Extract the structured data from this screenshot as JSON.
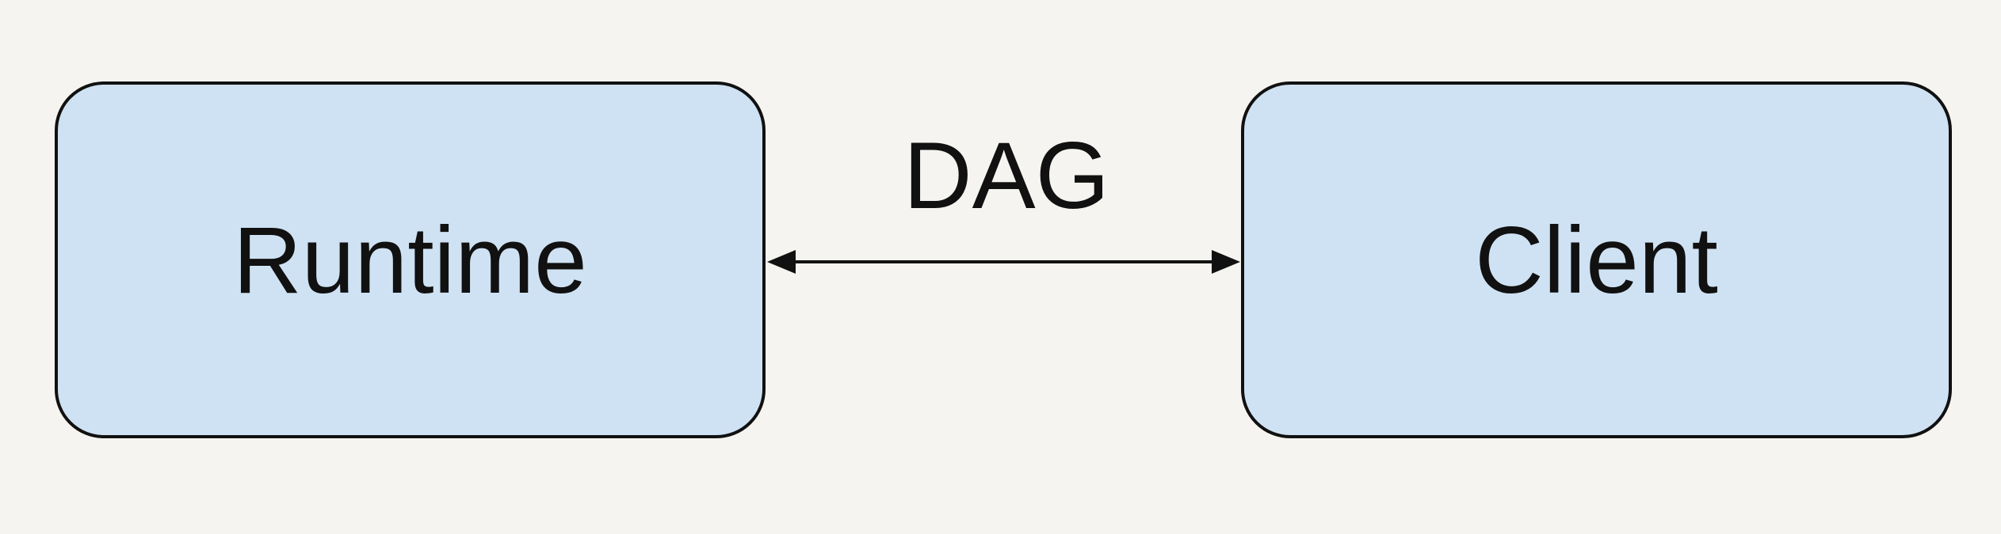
{
  "diagram": {
    "nodes": [
      {
        "id": "runtime",
        "label": "Runtime"
      },
      {
        "id": "client",
        "label": "Client"
      }
    ],
    "edges": [
      {
        "from": "runtime",
        "to": "client",
        "label": "DAG",
        "direction": "bidirectional"
      }
    ]
  },
  "colors": {
    "background": "#f5f4f0",
    "node_fill": "#cfe2f3",
    "node_border": "#111111",
    "text": "#111111"
  }
}
